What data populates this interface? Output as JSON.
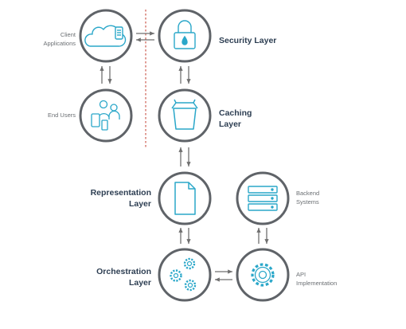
{
  "labels": {
    "client_apps": "Client\nApplications",
    "end_users": "End Users",
    "security": "Security Layer",
    "caching": "Caching\nLayer",
    "representation": "Representation\nLayer",
    "backend": "Backend\nSystems",
    "orchestration": "Orchestration\nLayer",
    "api": "API\nImplementation"
  },
  "colors": {
    "circle_stroke": "#5f6368",
    "icon_blue": "#2aa7c9",
    "arrow": "#6f6f6f",
    "divider": "#c0392b",
    "label_dark": "#2d3e52",
    "label_grey": "#6b6f73"
  },
  "icons": {
    "client_apps": "cloud-mobile-icon",
    "end_users": "users-devices-icon",
    "security": "padlock-icon",
    "caching": "bin-icon",
    "representation": "document-icon",
    "backend": "server-stack-icon",
    "orchestration": "gears-icon",
    "api": "gear-icon"
  }
}
